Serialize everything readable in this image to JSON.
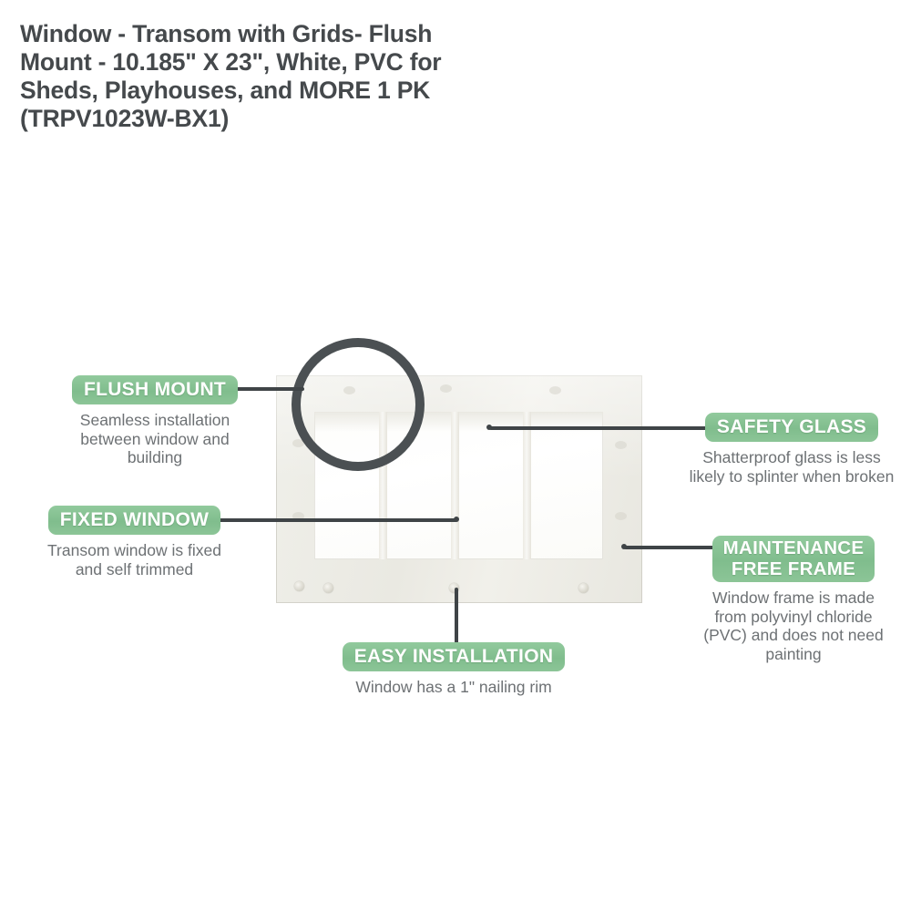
{
  "product": {
    "title": "Window - Transom with Grids- Flush\nMount - 10.185\" X 23\", White, PVC for\nSheds, Playhouses, and MORE 1 PK\n(TRPV1023W-BX1)"
  },
  "colors": {
    "badge_green": "#86c192",
    "badge_text": "#ffffff",
    "title_text": "#45494c",
    "body_text": "#6d7174",
    "connector": "#3f4447",
    "magnifier_ring": "#4b5053",
    "frame_cream": "#eceae3",
    "glass_white": "#fdfdfb"
  },
  "callouts": [
    {
      "id": "flush-mount",
      "badge": "FLUSH MOUNT",
      "description": "Seamless installation\nbetween window and\nbuilding"
    },
    {
      "id": "fixed-window",
      "badge": "FIXED WINDOW",
      "description": "Transom window is fixed\nand self trimmed"
    },
    {
      "id": "safety-glass",
      "badge": "SAFETY GLASS",
      "description": "Shatterproof glass is less\nlikely to splinter when broken"
    },
    {
      "id": "maintenance-free-frame",
      "badge": "MAINTENANCE\nFREE FRAME",
      "description": "Window frame is made\nfrom polyvinyl chloride\n(PVC) and does not need\npainting"
    },
    {
      "id": "easy-installation",
      "badge": "EASY INSTALLATION",
      "description": "Window has a 1\" nailing rim"
    }
  ],
  "illustration": {
    "product_name": "transom-window-with-grids",
    "pane_count": 4,
    "magnifier_label": "flush-mount-detail-magnifier"
  }
}
